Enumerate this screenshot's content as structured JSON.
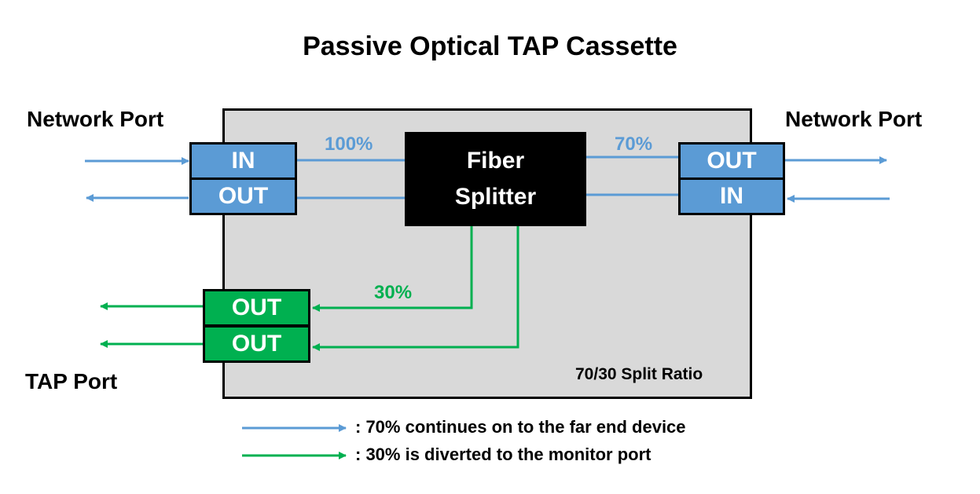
{
  "title": "Passive Optical TAP Cassette",
  "left_network_port_label": "Network Port",
  "right_network_port_label": "Network Port",
  "tap_port_label": "TAP Port",
  "left_ports": {
    "top": "IN",
    "bottom": "OUT"
  },
  "right_ports": {
    "top": "OUT",
    "bottom": "IN"
  },
  "tap_ports": {
    "top": "OUT",
    "bottom": "OUT"
  },
  "splitter": {
    "line1": "Fiber",
    "line2": "Splitter"
  },
  "pct_in": "100%",
  "pct_out": "70%",
  "pct_tap": "30%",
  "split_ratio": "70/30 Split Ratio",
  "legend": {
    "blue_text": ": 70% continues on to the far end device",
    "green_text": ": 30% is diverted to the monitor port"
  },
  "colors": {
    "network": "#5b9bd5",
    "tap": "#00b050",
    "cassette": "#d9d9d9"
  }
}
